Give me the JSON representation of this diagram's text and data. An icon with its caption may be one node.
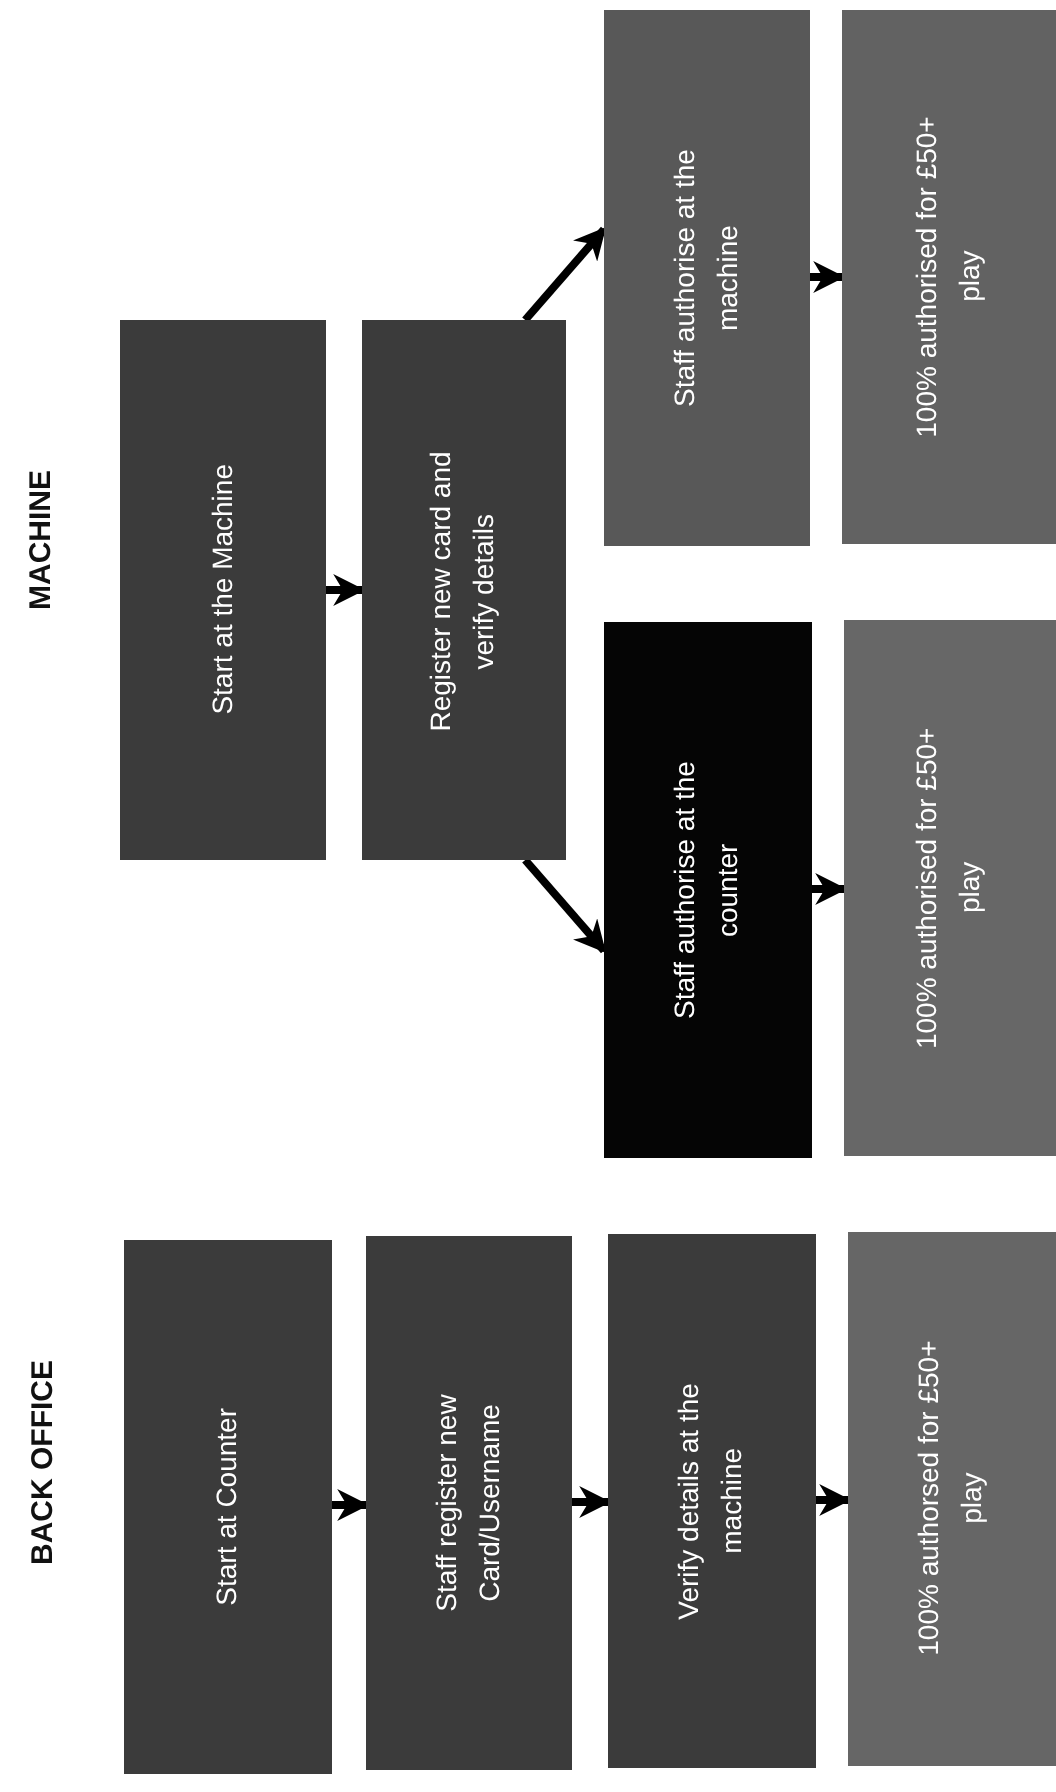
{
  "diagram": {
    "nodes": [
      {
        "text": [
          "Start at Counter"
        ]
      },
      {
        "text": [
          "Staff register new Card/Username"
        ]
      },
      {
        "text": [
          "Verify details at the machine"
        ]
      },
      {
        "text": [
          "100% authorsed for £50+ play"
        ]
      },
      {
        "text": [
          "Start at the Machine"
        ]
      },
      {
        "text": [
          "Register new card and verify details"
        ]
      },
      {
        "text": [
          "Staff authorise at the counter"
        ]
      },
      {
        "text": [
          "100% authorised for £50+ play"
        ]
      },
      {
        "text": [
          "Staff authorise at the machine"
        ]
      },
      {
        "text": [
          "100% authorised for £50+ play"
        ]
      }
    ],
    "edges": [
      {
        "from": 0,
        "to": 1,
        "arrow": "to"
      },
      {
        "from": 1,
        "to": 2,
        "arrow": "to"
      },
      {
        "from": 2,
        "to": 3,
        "arrow": "to"
      },
      {
        "from": 4,
        "to": 5,
        "arrow": "to"
      },
      {
        "from": 5,
        "to": 6,
        "arrow": "to"
      },
      {
        "from": 5,
        "to": 8,
        "arrow": "to"
      },
      {
        "from": 6,
        "to": 7,
        "arrow": "to"
      },
      {
        "from": 8,
        "to": 9,
        "arrow": "to"
      }
    ],
    "labels": [
      "MACHINE",
      "BACK OFFICE"
    ]
  }
}
